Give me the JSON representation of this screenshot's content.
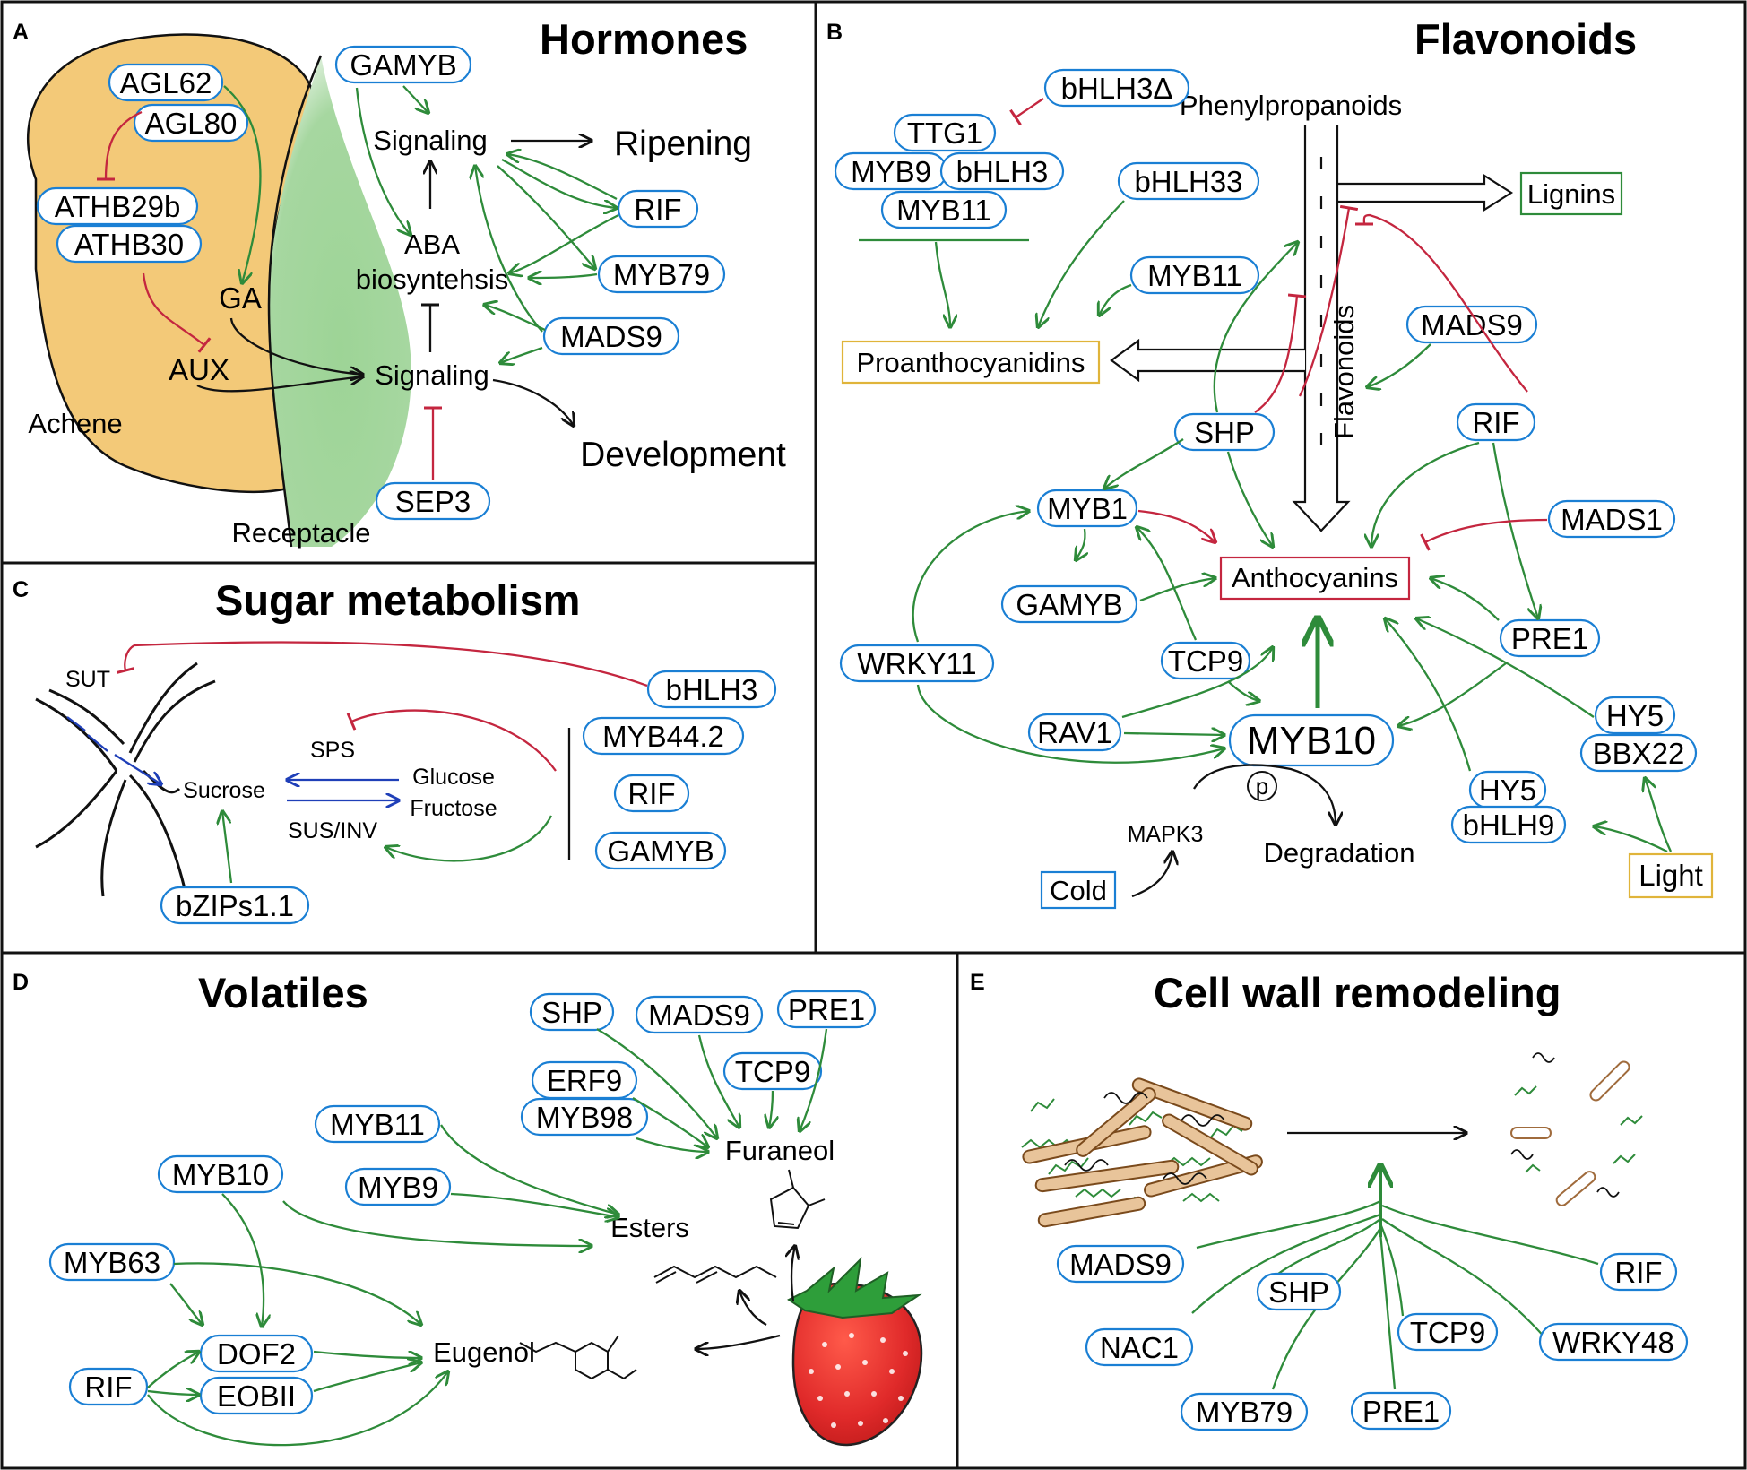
{
  "panels": {
    "A": {
      "letter": "A",
      "title": "Hormones",
      "nodes": {
        "agl62": "AGL62",
        "agl80": "AGL80",
        "athb29b": "ATHB29b",
        "athb30": "ATHB30",
        "ga": "GA",
        "aux": "AUX",
        "achene": "Achene",
        "receptacle": "Receptacle",
        "gamyb": "GAMYB",
        "signaling_top": "Signaling",
        "ripening": "Ripening",
        "rif": "RIF",
        "aba_line1": "ABA",
        "aba_line2": "biosyntehsis",
        "myb79": "MYB79",
        "mads9": "MADS9",
        "signaling_bottom": "Signaling",
        "development": "Development",
        "sep3": "SEP3"
      }
    },
    "B": {
      "letter": "B",
      "title": "Flavonoids",
      "nodes": {
        "bhlh3delta": "bHLH3Δ",
        "phenylpropanoids": "Phenylpropanoids",
        "ttg1": "TTG1",
        "myb9": "MYB9",
        "bhlh3": "bHLH3",
        "myb11_complex": "MYB11",
        "bhlh33": "bHLH33",
        "lignins": "Lignins",
        "myb11": "MYB11",
        "proanthocyanidins": "Proanthocyanidins",
        "flavonoids": "Flavonoids",
        "mads9": "MADS9",
        "shp": "SHP",
        "rif": "RIF",
        "myb1": "MYB1",
        "mads1": "MADS1",
        "anthocyanins": "Anthocyanins",
        "gamyb": "GAMYB",
        "wrky11": "WRKY11",
        "tcp9": "TCP9",
        "pre1": "PRE1",
        "rav1": "RAV1",
        "myb10": "MYB10",
        "hy5_a": "HY5",
        "bbx22": "BBX22",
        "p": "p",
        "hy5_b": "HY5",
        "bhlh9": "bHLH9",
        "mapk3": "MAPK3",
        "degradation": "Degradation",
        "cold": "Cold",
        "light": "Light"
      }
    },
    "C": {
      "letter": "C",
      "title": "Sugar metabolism",
      "nodes": {
        "sut": "SUT",
        "bhlh3": "bHLH3",
        "myb44": "MYB44.2",
        "sps": "SPS",
        "sucrose": "Sucrose",
        "glucose": "Glucose",
        "fructose": "Fructose",
        "rif": "RIF",
        "susinv": "SUS/INV",
        "gamyb": "GAMYB",
        "bzips": "bZIPs1.1"
      }
    },
    "D": {
      "letter": "D",
      "title": "Volatiles",
      "nodes": {
        "shp": "SHP",
        "mads9": "MADS9",
        "pre1": "PRE1",
        "erf9": "ERF9",
        "tcp9": "TCP9",
        "myb98": "MYB98",
        "myb11": "MYB11",
        "furaneol": "Furaneol",
        "myb10": "MYB10",
        "myb9": "MYB9",
        "esters": "Esters",
        "myb63": "MYB63",
        "dof2": "DOF2",
        "eugenol": "Eugenol",
        "rif": "RIF",
        "eobii": "EOBII"
      }
    },
    "E": {
      "letter": "E",
      "title": "Cell wall remodeling",
      "nodes": {
        "mads9": "MADS9",
        "rif": "RIF",
        "shp": "SHP",
        "nac1": "NAC1",
        "tcp9": "TCP9",
        "wrky48": "WRKY48",
        "myb79": "MYB79",
        "pre1": "PRE1"
      }
    }
  },
  "colors": {
    "activation": "#2e8b3a",
    "repression": "#c4263f",
    "gene_outline": "#1a7fd4",
    "metabolic_flux": "#1f3fb8",
    "achene_fill": "#f3c978",
    "receptacle_fill": "#a6d7a0",
    "strawberry_fill": "#e02a2a",
    "proanthocyanidins_box": "#e0b43a",
    "lignins_box": "#2e8b3a",
    "anthocyanins_box": "#c4263f",
    "cold_box": "#1a7fd4",
    "light_box": "#e0b43a",
    "cellulose_fibril": "#a06b3c"
  }
}
